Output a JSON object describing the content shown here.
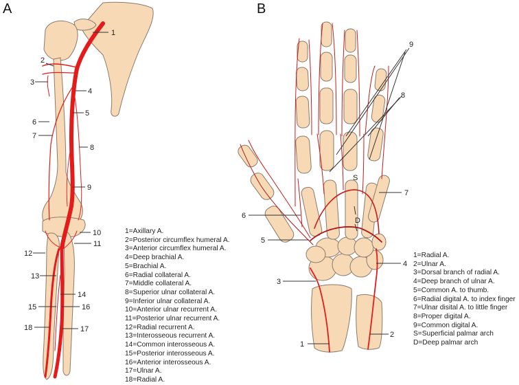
{
  "panels": {
    "a": {
      "letter": "A",
      "callouts": [
        "1",
        "2",
        "3",
        "4",
        "5",
        "6",
        "7",
        "8",
        "9",
        "10",
        "11",
        "12",
        "13",
        "14",
        "15",
        "16",
        "17",
        "18"
      ],
      "legend": [
        "1=Axillary A.",
        "2=Posterior circumflex humeral A.",
        "3=Anterior circumflex humeral A.",
        "4=Deep brachial A.",
        "5=Brachial A.",
        "6=Radial collateral A.",
        "7=Middle collateral A.",
        "8=Superior ulnar collateral A.",
        "9=Inferior ulnar collateral A.",
        "10=Anterior ulnar recurrent A.",
        "11=Posterior ulnar recurrent A.",
        "12=Radial recurrent A.",
        "13=Interosseous recurrent A.",
        "14=Common interosseous A.",
        "15=Posterior interosseous A.",
        "16=Anterior interosseous A.",
        "17=Ulnar A.",
        "18=Radial A."
      ]
    },
    "b": {
      "letter": "B",
      "callouts": [
        "1",
        "2",
        "3",
        "4",
        "5",
        "6",
        "7",
        "8",
        "9"
      ],
      "arch_labels": [
        "S",
        "D"
      ],
      "legend": [
        "1=Radial A.",
        "2=Ulnar A.",
        "3=Dorsal branch of radial A.",
        "4=Deep branch of ulnar A.",
        "5=Common A. to thumb.",
        "6=Radial digital A. to index finger",
        "7=Ulnar disital A. to little finger",
        "8=Proper digital A.",
        "9=Common digital A.",
        "S=Superficial palmar arch",
        "D=Deep palmar arch"
      ]
    }
  },
  "colors": {
    "bone": "#f7d9b6",
    "bone_outline": "#8a7a6a",
    "artery": "#e31b1b",
    "artery_dark": "#a81818",
    "leader": "#333333"
  }
}
